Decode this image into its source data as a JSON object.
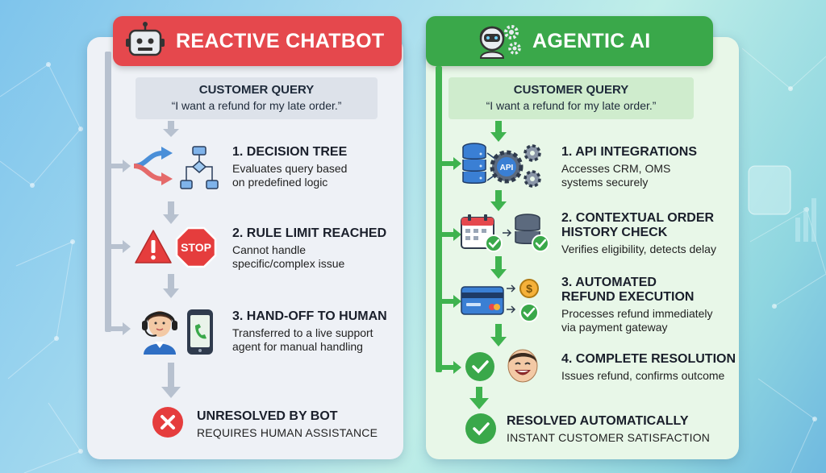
{
  "colors": {
    "reactive_red": "#e5484d",
    "agentic_green": "#3aa84a",
    "rail_gray": "#b7c1cf",
    "rail_green": "#3fb34f"
  },
  "reactive": {
    "title": "REACTIVE CHATBOT",
    "icon": "robot-icon",
    "query_title": "CUSTOMER QUERY",
    "query_text": "“I want a refund for my late order.”",
    "steps": [
      {
        "title": "1. DECISION TREE",
        "desc_lines": [
          "Evaluates query based",
          "on predefined logic"
        ],
        "icons": [
          "split-arrows-icon",
          "flowchart-icon"
        ]
      },
      {
        "title": "2. RULE LIMIT REACHED",
        "desc_lines": [
          "Cannot handle",
          "specific/complex issue"
        ],
        "icons": [
          "warning-icon",
          "stop-sign-icon"
        ],
        "stop_label": "STOP"
      },
      {
        "title": "3. HAND-OFF TO HUMAN",
        "desc_lines": [
          "Transferred to a live support",
          "agent for manual handling"
        ],
        "icons": [
          "support-agent-icon",
          "phone-icon"
        ]
      }
    ],
    "outcome_title": "UNRESOLVED BY BOT",
    "outcome_sub": "REQUIRES HUMAN ASSISTANCE",
    "outcome_icon": "x-circle-icon"
  },
  "agentic": {
    "title": "AGENTIC AI",
    "icon": "robot-gears-icon",
    "query_title": "CUSTOMER QUERY",
    "query_text": "“I want a refund for my late order.”",
    "steps": [
      {
        "title_lines": [
          "1. API INTEGRATIONS"
        ],
        "desc_lines": [
          "Accesses CRM, OMS",
          "systems securely"
        ],
        "icons": [
          "database-icon",
          "api-gear-icon"
        ],
        "api_label": "API"
      },
      {
        "title_lines": [
          "2. CONTEXTUAL ORDER",
          "HISTORY CHECK"
        ],
        "desc_lines": [
          "Verifies eligibility, detects delay"
        ],
        "icons": [
          "calendar-icon",
          "database-check-icon"
        ]
      },
      {
        "title_lines": [
          "3. AUTOMATED",
          "REFUND EXECUTION"
        ],
        "desc_lines": [
          "Processes refund immediately",
          "via payment gateway"
        ],
        "icons": [
          "credit-card-icon",
          "coin-check-icon"
        ]
      },
      {
        "title_lines": [
          "4. COMPLETE RESOLUTION"
        ],
        "desc_lines": [
          "Issues refund, confirms outcome"
        ],
        "icons": [
          "check-circle-icon",
          "happy-face-icon"
        ]
      }
    ],
    "outcome_title": "RESOLVED AUTOMATICALLY",
    "outcome_sub": "INSTANT CUSTOMER SATISFACTION",
    "outcome_icon": "check-circle-icon"
  }
}
